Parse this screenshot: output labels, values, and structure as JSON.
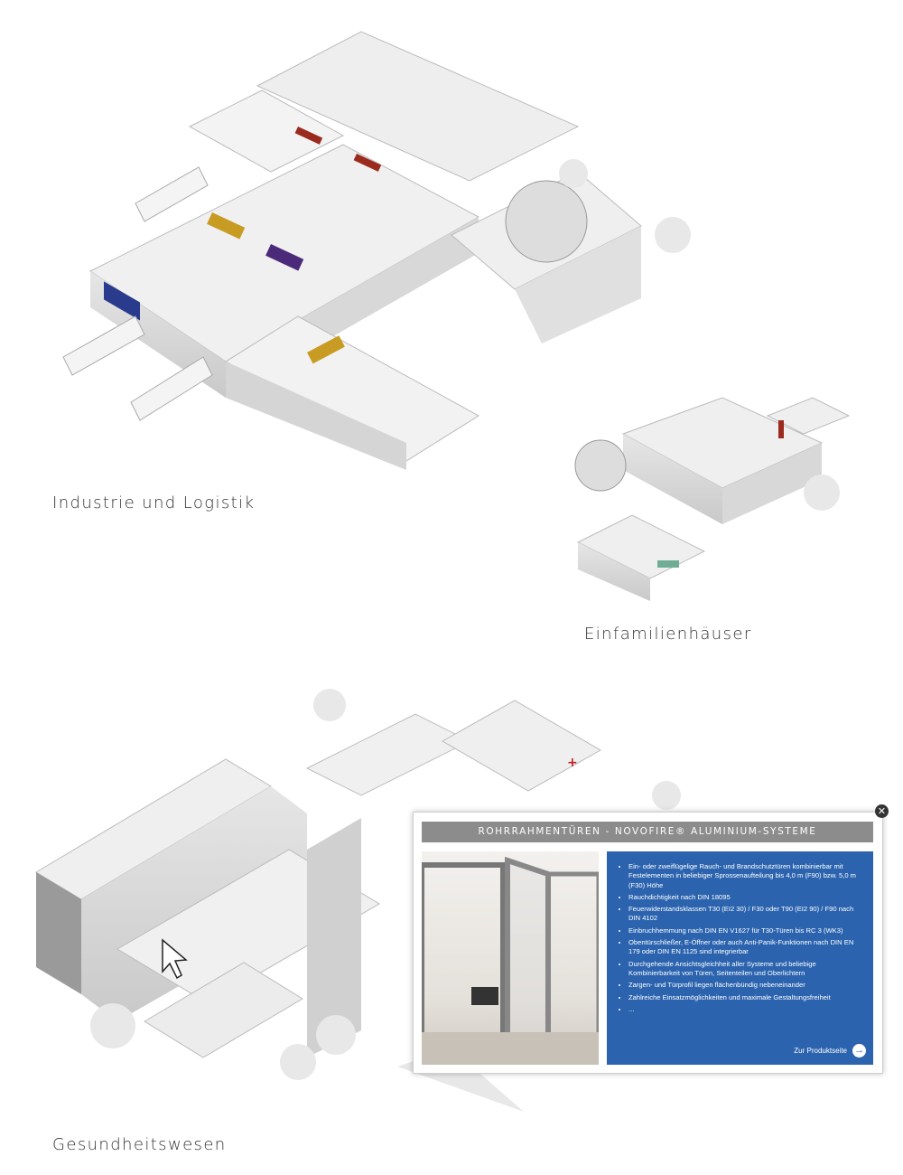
{
  "sections": {
    "industry": "Industrie und Logistik",
    "homes": "Einfamilienhäuser",
    "health": "Gesundheitswesen"
  },
  "popup": {
    "title": "ROHRRAHMENTÜREN - NOVOFIRE® ALUMINIUM-SYSTEME",
    "features": [
      "Ein- oder zweiflügelige Rauch- und Brandschutztüren kombinierbar mit Festelementen in beliebiger Sprossenaufteilung bis 4,0 m (F90) bzw. 5,0 m (F30) Höhe",
      "Rauchdichtigkeit nach DIN 18095",
      "Feuerwiderstandsklassen T30 (EI2 30) / F30 oder T90 (EI2 90) / F90 nach DIN 4102",
      "Einbruchhemmung nach DIN EN V1627 für T30-Türen bis RC 3 (WK3)",
      "Obentürschließer, E-Öffner oder auch Anti-Panik-Funktionen nach DIN EN 179 oder DIN EN 1125 sind integrierbar",
      "Durchgehende Ansichtsgleichheit aller Systeme und beliebige Kombinierbarkeit von Türen, Seitenteilen und Oberlichtern",
      "Zargen- und Türprofil liegen flächenbündig nebeneinander",
      "Zahlreiche Einsatzmöglichkeiten und maximale Gestaltungsfreiheit",
      "..."
    ],
    "link": "Zur Produktseite",
    "close_icon": "close-icon",
    "accent": "#2b63ae"
  }
}
